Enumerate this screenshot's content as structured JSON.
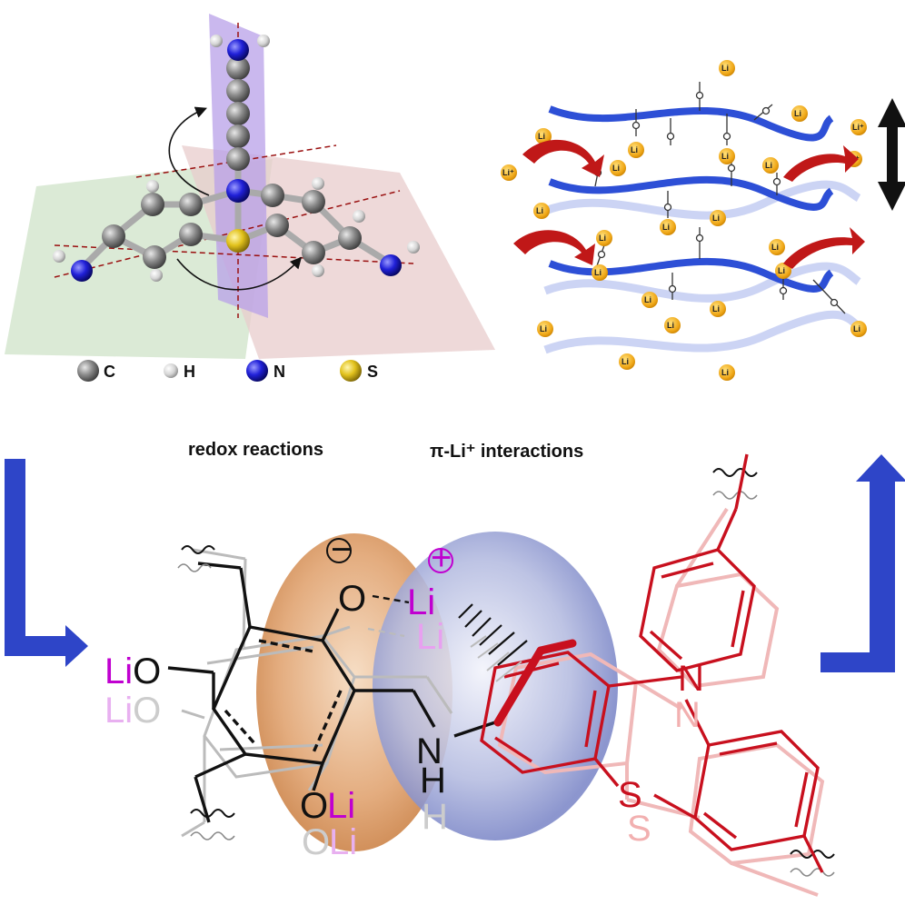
{
  "legend": [
    {
      "symbol": "C",
      "color": "#7a7a7a"
    },
    {
      "symbol": "H",
      "color": "#e6e6e6"
    },
    {
      "symbol": "N",
      "color": "#1d1bd0"
    },
    {
      "symbol": "S",
      "color": "#e0c020"
    }
  ],
  "labels": {
    "redox": "redox reactions",
    "pi_li": "π-Li⁺ interactions"
  },
  "polymer_panel": {
    "li_label": "Li",
    "li_plus_label": "Li⁺"
  },
  "structure": {
    "lio": "LiO",
    "lio_faded": "LiO",
    "o_li_bottom": "O",
    "li_bottom": "Li",
    "o_faded_bottom": "O",
    "li_faded_bottom": "Li",
    "o_top": "O",
    "li_top": "Li",
    "li_top_faded": "Li",
    "n_amine": "N",
    "h_amine": "H",
    "h_amine_faded": "H",
    "n_ring": "N",
    "n_ring_faded": "N",
    "s_ring": "S",
    "s_ring_faded": "S",
    "minus_charge": "−",
    "plus_charge": "+"
  },
  "colors": {
    "arrow_blue": "#2e45c8",
    "red": "#c8101e",
    "magenta": "#c000d0",
    "li_ball": "#f0b020",
    "chain_blue": "#2d4fd6"
  }
}
